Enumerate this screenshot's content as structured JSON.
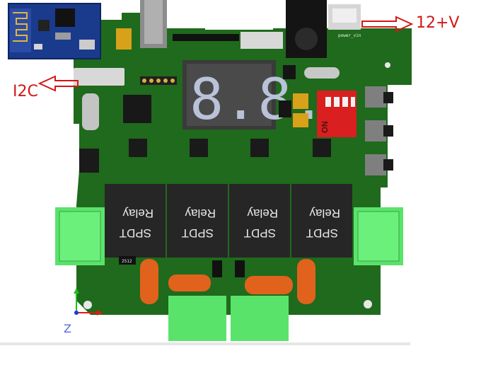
{
  "annotations": {
    "i2c": "I2C",
    "power": "12+V"
  },
  "board": {
    "relay_label_line1": "SPDT",
    "relay_label_line2": "Relay",
    "relay_count": 4,
    "seven_segment_readout": "8.8.",
    "dip_switch_label": "ON",
    "power_header_label": "power_vin",
    "resistor_marking": "2512",
    "axis_label_z": "Z"
  },
  "colors": {
    "pcb": "#1f6a1c",
    "relay": "#262626",
    "terminal": "#5ae36a",
    "dip_switch": "#d91f1f",
    "annotation": "#d41616",
    "esp_module": "#1a3a8c"
  }
}
